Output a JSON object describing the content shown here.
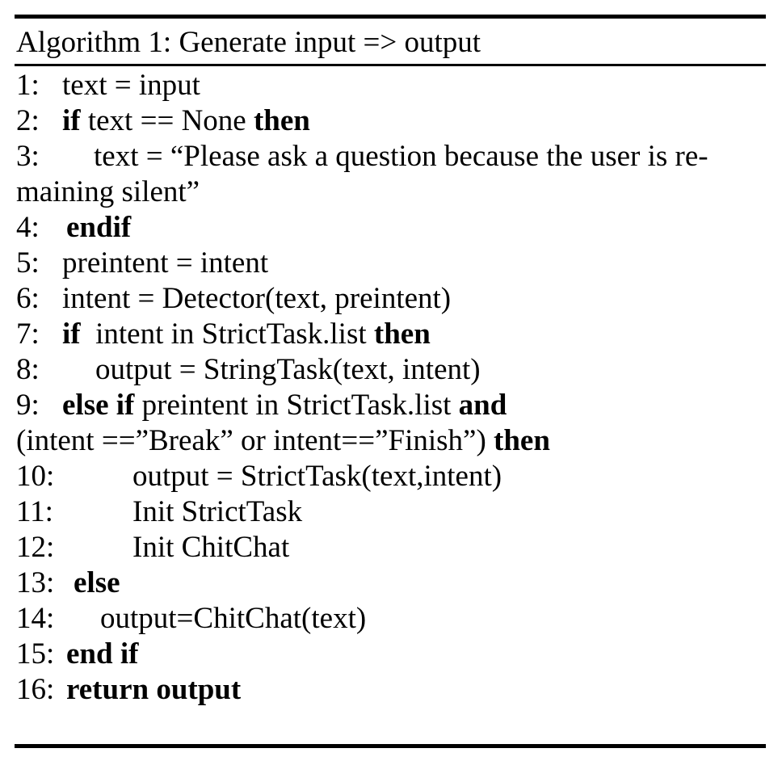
{
  "algorithm": {
    "caption": "Algorithm 1: Generate input => output",
    "lines": [
      {
        "num": "1:",
        "parts": [
          {
            "t": "text = input",
            "b": false
          }
        ]
      },
      {
        "num": "2:",
        "parts": [
          {
            "t": "if",
            "b": true
          },
          {
            "t": " text == None ",
            "b": false
          },
          {
            "t": "then",
            "b": true
          }
        ]
      },
      {
        "num": "3:",
        "parts": [
          {
            "t": "text = “Please ask a question because the user is re-",
            "b": false
          }
        ]
      },
      {
        "num": "",
        "parts": [
          {
            "t": "maining silent”",
            "b": false
          }
        ]
      },
      {
        "num": "4:",
        "parts": [
          {
            "t": "endif",
            "b": true
          }
        ]
      },
      {
        "num": "5:",
        "parts": [
          {
            "t": "preintent = intent",
            "b": false
          }
        ]
      },
      {
        "num": "6:",
        "parts": [
          {
            "t": "intent = Detector(text, preintent)",
            "b": false
          }
        ]
      },
      {
        "num": "7:",
        "parts": [
          {
            "t": "if",
            "b": true
          },
          {
            "t": "  intent in StrictTask.list ",
            "b": false
          },
          {
            "t": "then",
            "b": true
          }
        ]
      },
      {
        "num": "8:",
        "parts": [
          {
            "t": "output = StringTask(text, intent)",
            "b": false
          }
        ]
      },
      {
        "num": "9:",
        "parts": [
          {
            "t": "else if",
            "b": true
          },
          {
            "t": " preintent in StrictTask.list ",
            "b": false
          },
          {
            "t": "and",
            "b": true
          }
        ]
      },
      {
        "num": "",
        "parts": [
          {
            "t": "(intent ==”Break” or intent==”Finish”) ",
            "b": false
          },
          {
            "t": "then",
            "b": true
          }
        ]
      },
      {
        "num": "10:",
        "parts": [
          {
            "t": "output = StrictTask(text,intent)",
            "b": false
          }
        ]
      },
      {
        "num": "11:",
        "parts": [
          {
            "t": "Init StrictTask",
            "b": false
          }
        ]
      },
      {
        "num": "12:",
        "parts": [
          {
            "t": "Init ChitChat",
            "b": false
          }
        ]
      },
      {
        "num": "13:",
        "parts": [
          {
            "t": "else",
            "b": true
          }
        ]
      },
      {
        "num": "14:",
        "parts": [
          {
            "t": "output=ChitChat(text)",
            "b": false
          }
        ]
      },
      {
        "num": "15:",
        "parts": [
          {
            "t": "end if",
            "b": true
          }
        ]
      },
      {
        "num": "16:",
        "parts": [
          {
            "t": "return output",
            "b": true
          }
        ]
      }
    ]
  }
}
